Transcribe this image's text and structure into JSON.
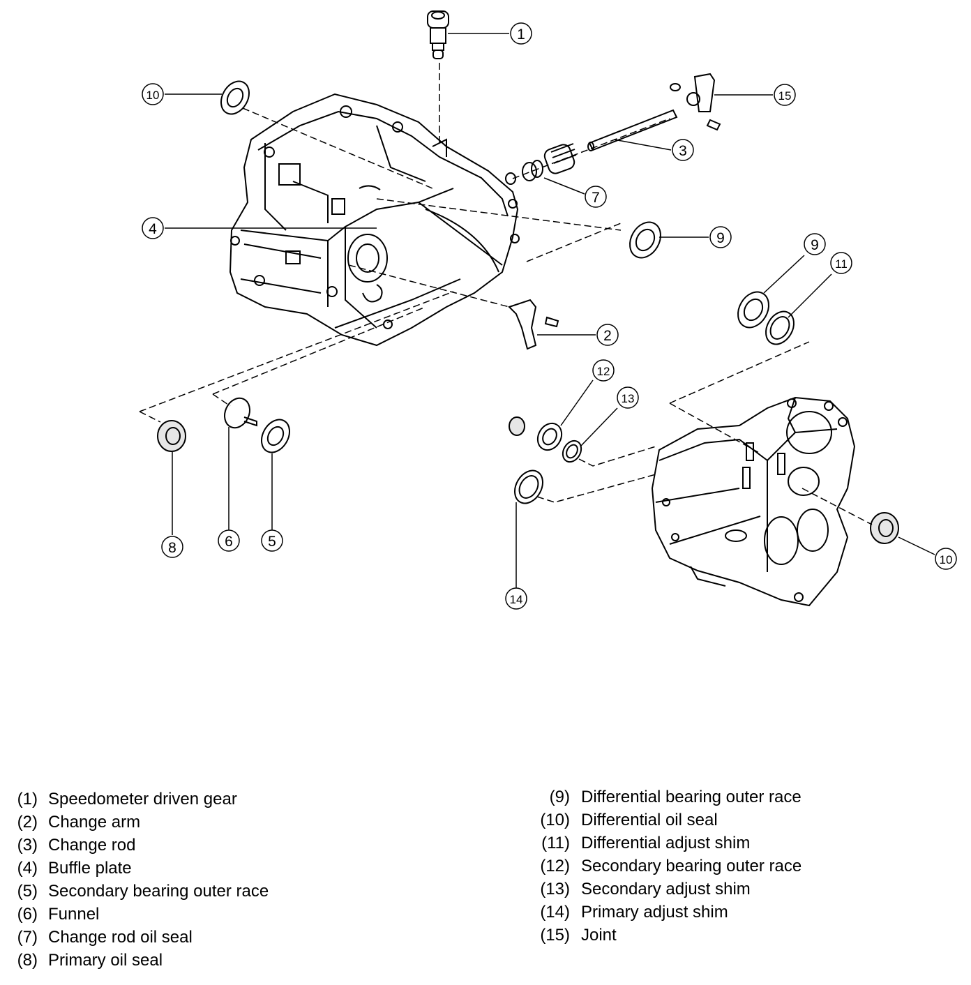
{
  "callouts": [
    "1",
    "2",
    "3",
    "4",
    "5",
    "6",
    "7",
    "8",
    "9",
    "10",
    "11",
    "12",
    "13",
    "14",
    "15"
  ],
  "legend": [
    {
      "num": "(1)",
      "text": "Speedometer driven gear"
    },
    {
      "num": "(2)",
      "text": "Change arm"
    },
    {
      "num": "(3)",
      "text": "Change rod"
    },
    {
      "num": "(4)",
      "text": "Buffle plate"
    },
    {
      "num": "(5)",
      "text": "Secondary bearing outer race"
    },
    {
      "num": "(6)",
      "text": "Funnel"
    },
    {
      "num": "(7)",
      "text": "Change rod oil seal"
    },
    {
      "num": "(8)",
      "text": "Primary oil seal"
    },
    {
      "num": "(9)",
      "text": "Differential bearing outer race"
    },
    {
      "num": "(10)",
      "text": "Differential oil seal"
    },
    {
      "num": "(11)",
      "text": "Differential adjust shim"
    },
    {
      "num": "(12)",
      "text": "Secondary bearing outer race"
    },
    {
      "num": "(13)",
      "text": "Secondary adjust shim"
    },
    {
      "num": "(14)",
      "text": "Primary adjust shim"
    },
    {
      "num": "(15)",
      "text": "Joint"
    }
  ]
}
